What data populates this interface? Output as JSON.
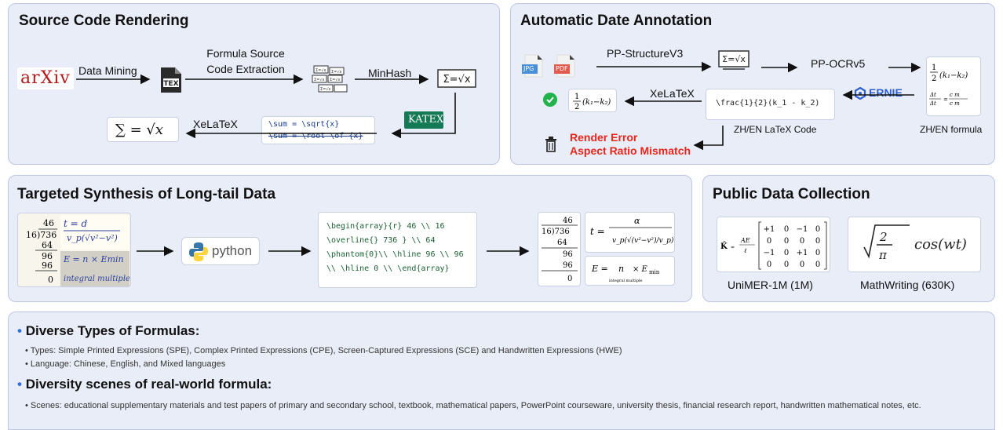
{
  "panels": {
    "source_code": {
      "title": "Source Code Rendering",
      "arxiv_logo": "arXiv",
      "data_mining": "Data Mining",
      "formula_extraction": "Formula Source\nCode Extraction",
      "minhash": "MinHash",
      "katex_logo": "KATEX",
      "xelatex": "XeLaTeX",
      "code_line1": "\\sum = \\sqrt{x}",
      "code_line2": "\\sum = \\root \\of {x}",
      "rendered": "∑ = √x"
    },
    "date_annotation": {
      "title": "Automatic Date Annotation",
      "jpg": "JPG",
      "pdf": "PDF",
      "pp_structure": "PP-StructureV3",
      "pp_ocr": "PP-OCRv5",
      "ernie": "ERNIE",
      "xelatex": "XeLaTeX",
      "latex_code": "\\frac{1}{2}(k_1 - k_2)",
      "latex_code_label": "ZH/EN LaTeX Code",
      "formula_label": "ZH/EN formula",
      "render_error": "Render Error",
      "aspect_mismatch": "Aspect Ratio Mismatch"
    },
    "long_tail": {
      "title": "Targeted Synthesis of  Long-tail Data",
      "python": "python",
      "code_lines": [
        "\\begin{array}{r} 46 \\\\ 16",
        "\\overline{} 736 } \\\\ 64",
        "\\phantom{0}\\\\ \\hline 96 \\\\ 96",
        "\\\\ \\hline 0 \\\\ \\end{array}"
      ],
      "hw_t": "t = d / v_p(√(v_p²−v_r²)/v_p)",
      "hw_e": "E = n × E_min",
      "hw_note": "integral multiple",
      "division": [
        "46",
        "16)736",
        "64",
        "96",
        "96",
        "0"
      ],
      "eq_t": "t =",
      "eq_alpha": "α",
      "eq_e": "E =",
      "eq_n": "n",
      "eq_note": "integral multiple",
      "eq_emin": "× E_min"
    },
    "public_data": {
      "title": "Public Data Collection",
      "unimer": "UniMER-1M (1M)",
      "mathwriting": "MathWriting (630K)",
      "matrix_rows": [
        [
          "+1",
          "0",
          "−1",
          "0"
        ],
        [
          "0",
          "0",
          "0",
          "0"
        ],
        [
          "−1",
          "0",
          "+1",
          "0"
        ],
        [
          "0",
          "0",
          "0",
          "0"
        ]
      ]
    },
    "diversity": {
      "heading1": "Diverse Types of Formulas:",
      "types": "Types:  Simple Printed Expressions (SPE), Complex Printed Expressions (CPE), Screen-Captured Expressions (SCE)  and Handwritten Expressions (HWE)",
      "language": "Language: Chinese, English, and Mixed languages",
      "heading2": "Diversity scenes of real-world formula:",
      "scenes": "Scenes: educational supplementary materials and test papers of primary and secondary school, textbook, mathematical papers, PowerPoint courseware, university thesis, financial research report, handwritten mathematical notes, etc."
    }
  }
}
